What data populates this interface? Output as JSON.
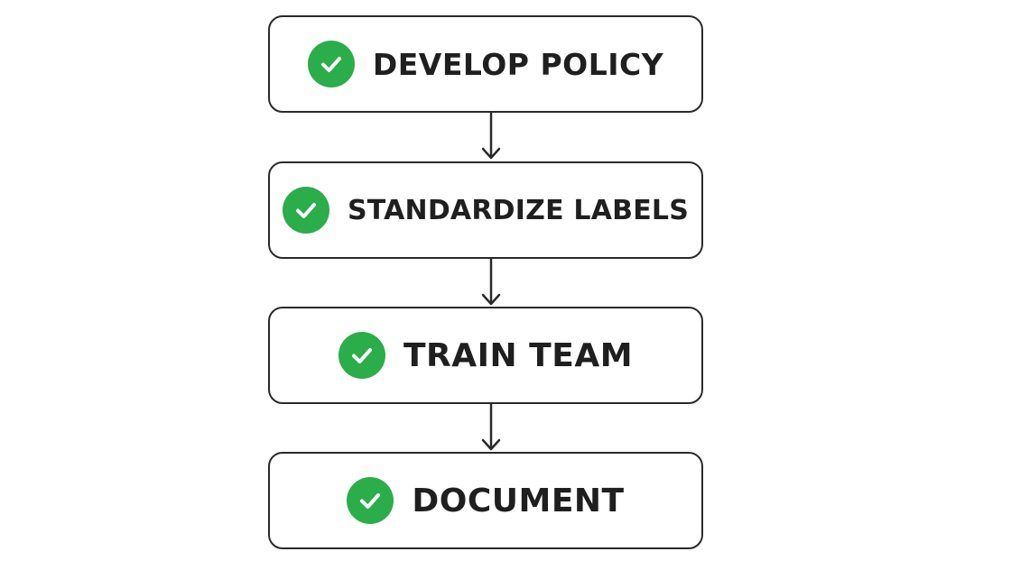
{
  "flowchart": {
    "steps": [
      {
        "label": "DEVELOP POLICY",
        "icon": "check-circle-icon",
        "status": "complete"
      },
      {
        "label": "STANDARDIZE LABELS",
        "icon": "check-circle-icon",
        "status": "complete"
      },
      {
        "label": "TRAIN TEAM",
        "icon": "check-circle-icon",
        "status": "complete"
      },
      {
        "label": "DOCUMENT",
        "icon": "check-circle-icon",
        "status": "complete"
      }
    ],
    "colors": {
      "check": "#2bad4a",
      "border": "#2a2a2a",
      "text": "#1f1f1f"
    }
  }
}
